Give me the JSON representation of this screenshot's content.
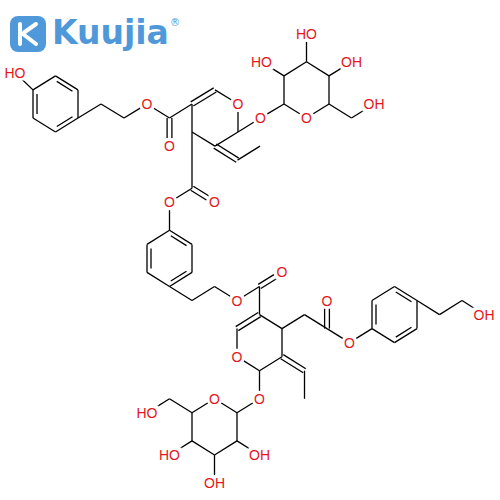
{
  "diagram": {
    "labels": [
      "Kuujia",
      "®",
      "HO",
      "HO",
      "OH",
      "OH",
      "O",
      "HO",
      "O",
      "O",
      "O",
      "O",
      "O",
      "O",
      "O",
      "O",
      "O",
      "O",
      "OH",
      "O",
      "O",
      "O",
      "HO",
      "HO",
      "OH",
      "OH"
    ]
  }
}
